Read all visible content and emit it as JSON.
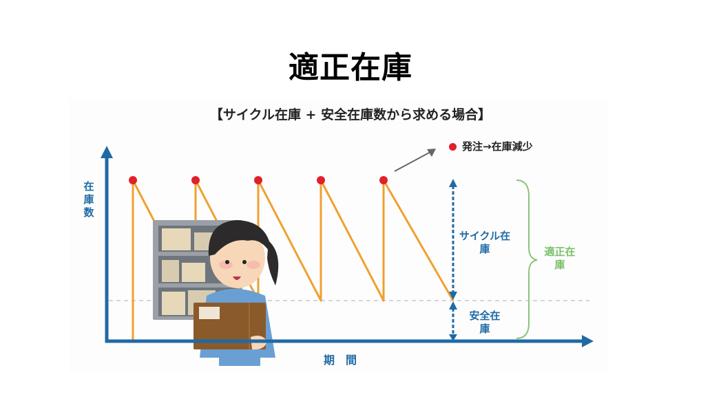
{
  "title": "適正在庫",
  "subtitle": "【サイクル在庫 + 安全在庫数から求める場合】",
  "legend": {
    "marker_color": "#e0202a",
    "label": "発注→在庫減少"
  },
  "axes": {
    "y_label": "在庫数",
    "x_label": "期間",
    "color": "#1f6aa5"
  },
  "annotations": {
    "cycle_stock": "サイクル在庫",
    "safety_stock": "安全在庫",
    "proper_stock": "適正在庫"
  },
  "colors": {
    "axis": "#1f6aa5",
    "sawtooth": "#f0a030",
    "order_point": "#e0202a",
    "safety_line": "#c8c8c8",
    "brace": "#8cc47a",
    "cycle_arrow": "#1f6aa5"
  },
  "illustration": "worker-holding-box-in-warehouse",
  "chart_data": {
    "type": "line",
    "title": "【サイクル在庫 + 安全在庫数から求める場合】",
    "xlabel": "期間",
    "ylabel": "在庫数",
    "description": "Sawtooth inventory pattern: stock is replenished to the max level at each order point, then declines linearly to the safety stock level.",
    "order_points_x": [
      1,
      2,
      3,
      4,
      5
    ],
    "max_level": 1.0,
    "safety_level": 0.23,
    "series": [
      {
        "name": "在庫",
        "x": [
          0.5,
          0.5,
          1.5,
          1.5,
          2.5,
          2.5,
          3.5,
          3.5,
          4.5,
          4.5,
          5.5
        ],
        "values": [
          0,
          1.0,
          0.23,
          1.0,
          0.23,
          1.0,
          0.23,
          1.0,
          0.23,
          1.0,
          0.23
        ]
      }
    ],
    "annotations": [
      "サイクル在庫",
      "安全在庫",
      "適正在庫",
      "発注→在庫減少"
    ],
    "grid": false,
    "legend_position": "top-right"
  }
}
